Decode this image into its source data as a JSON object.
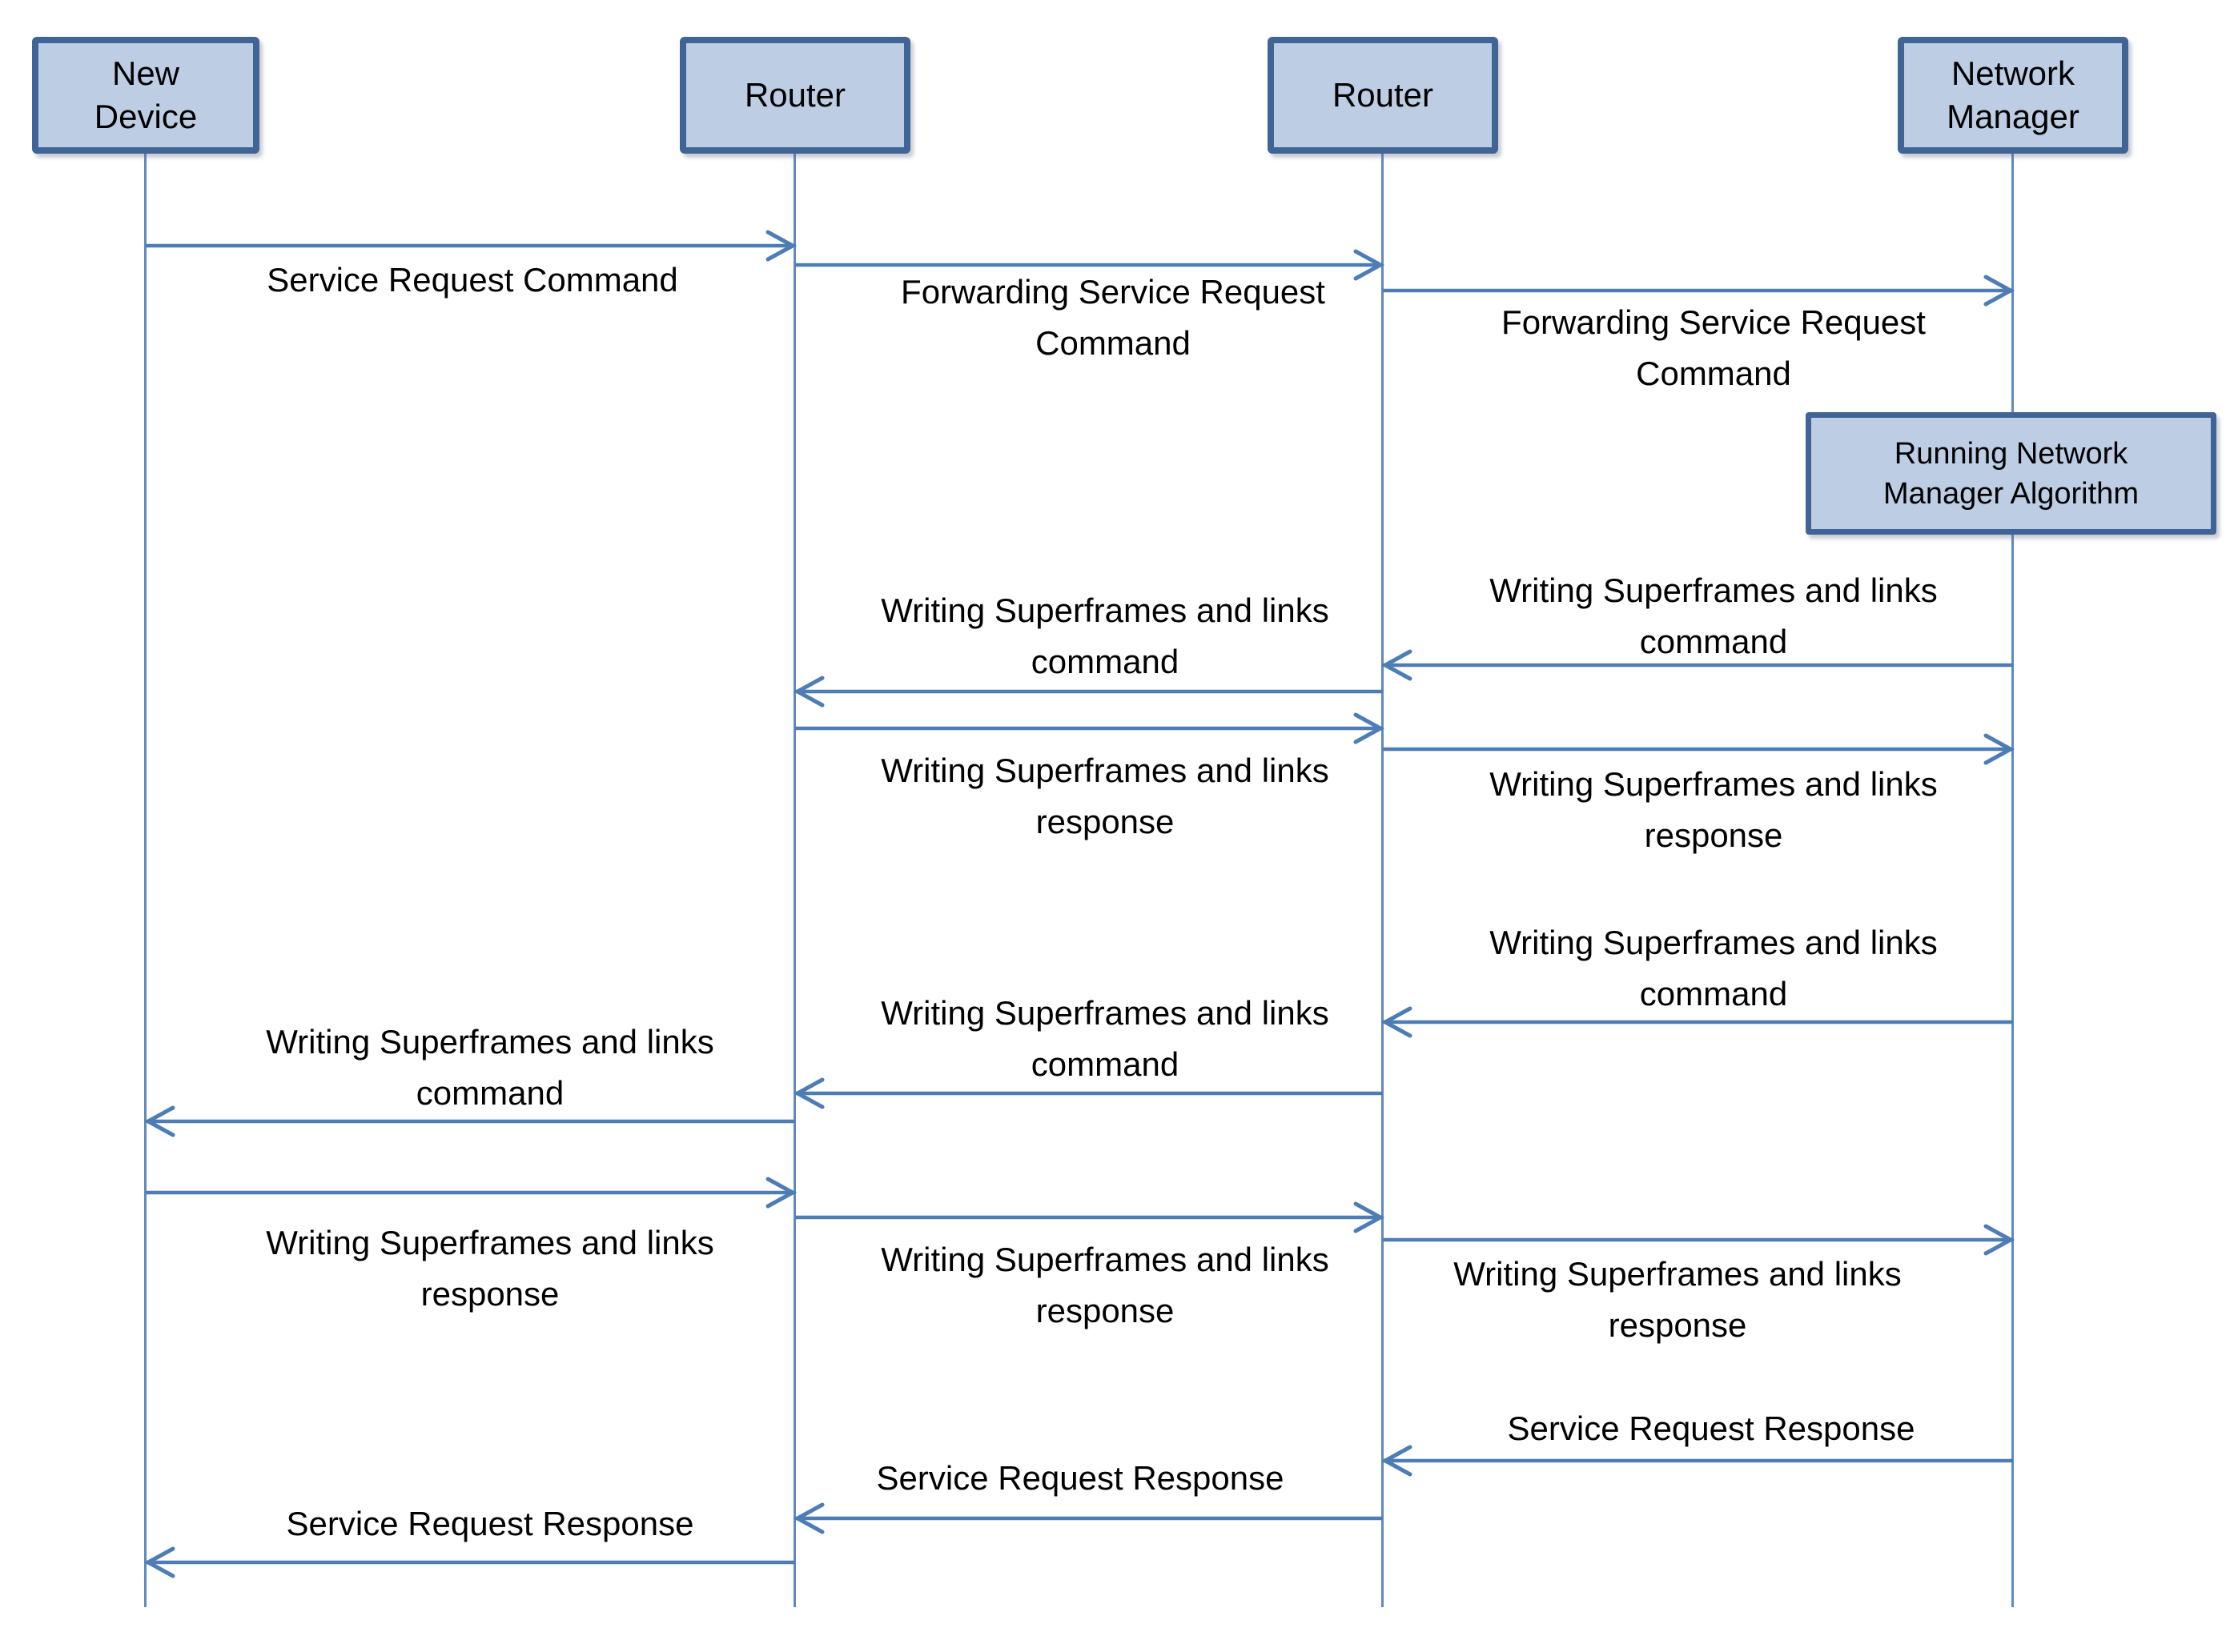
{
  "actors": [
    {
      "id": "new-device",
      "lines": [
        "New",
        "Device"
      ]
    },
    {
      "id": "router-1",
      "lines": [
        "Router"
      ]
    },
    {
      "id": "router-2",
      "lines": [
        "Router"
      ]
    },
    {
      "id": "network-manager",
      "lines": [
        "Network",
        "Manager"
      ]
    }
  ],
  "activation": {
    "actor": "network-manager",
    "lines": [
      "Running Network",
      "Manager Algorithm"
    ]
  },
  "messages": [
    {
      "lines": [
        "Service Request Command"
      ],
      "from": "new-device",
      "to": "router-1",
      "direction": "right"
    },
    {
      "lines": [
        "Forwarding Service Request",
        "Command"
      ],
      "from": "router-1",
      "to": "router-2",
      "direction": "right"
    },
    {
      "lines": [
        "Forwarding Service Request",
        "Command"
      ],
      "from": "router-2",
      "to": "network-manager",
      "direction": "right"
    },
    {
      "lines": [
        "Writing Superframes and links",
        "command"
      ],
      "from": "network-manager",
      "to": "router-2",
      "direction": "left"
    },
    {
      "lines": [
        "Writing Superframes and links",
        "command"
      ],
      "from": "router-2",
      "to": "router-1",
      "direction": "left"
    },
    {
      "lines": [
        "Writing Superframes and links",
        "response"
      ],
      "from": "router-1",
      "to": "router-2",
      "direction": "right"
    },
    {
      "lines": [
        "Writing Superframes and links",
        "response"
      ],
      "from": "router-2",
      "to": "network-manager",
      "direction": "right"
    },
    {
      "lines": [
        "Writing Superframes and links",
        "command"
      ],
      "from": "network-manager",
      "to": "router-2",
      "direction": "left"
    },
    {
      "lines": [
        "Writing Superframes and links",
        "command"
      ],
      "from": "router-2",
      "to": "router-1",
      "direction": "left"
    },
    {
      "lines": [
        "Writing Superframes and links",
        "command"
      ],
      "from": "router-1",
      "to": "new-device",
      "direction": "left"
    },
    {
      "lines": [
        "Writing Superframes and links",
        "response"
      ],
      "from": "new-device",
      "to": "router-1",
      "direction": "right"
    },
    {
      "lines": [
        "Writing Superframes and links",
        "response"
      ],
      "from": "router-1",
      "to": "router-2",
      "direction": "right"
    },
    {
      "lines": [
        "Writing Superframes and links",
        "response"
      ],
      "from": "router-2",
      "to": "network-manager",
      "direction": "right"
    },
    {
      "lines": [
        "Service Request Response"
      ],
      "from": "network-manager",
      "to": "router-2",
      "direction": "left"
    },
    {
      "lines": [
        "Service Request Response"
      ],
      "from": "router-2",
      "to": "router-1",
      "direction": "left"
    },
    {
      "lines": [
        "Service Request Response"
      ],
      "from": "router-1",
      "to": "new-device",
      "direction": "left"
    }
  ],
  "colors": {
    "box_fill": "#BDCDE3",
    "box_border": "#3F6495",
    "arrow": "#4E7DB6",
    "lifeline": "#6089BD",
    "text": "#000000",
    "background": "#FFFFFF"
  }
}
